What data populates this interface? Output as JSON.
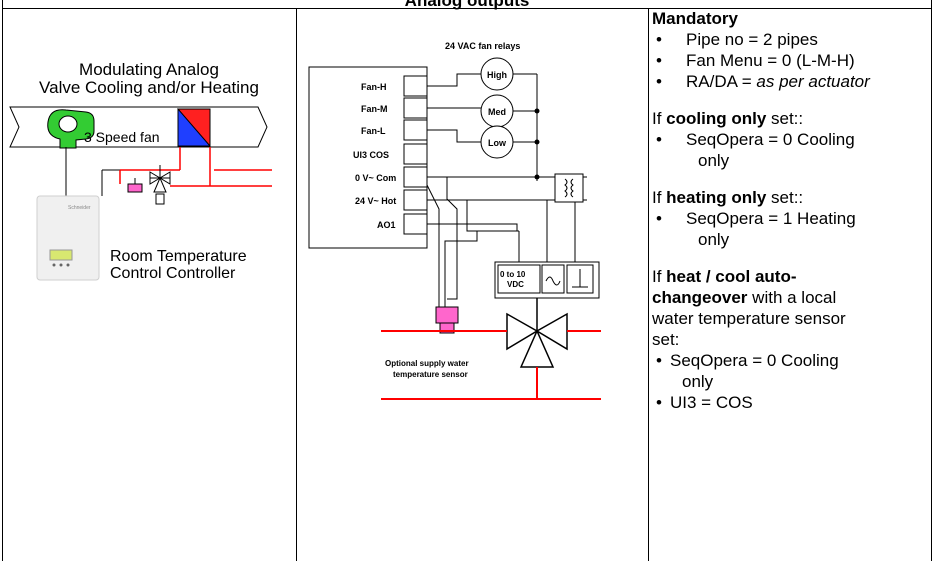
{
  "header": {
    "title": "Analog outputs"
  },
  "col1": {
    "title_line1": "Modulating Analog",
    "title_line2": "Valve Cooling and/or Heating",
    "fan_label": "3 Speed fan",
    "room_line1": "Room Temperature",
    "room_line2": "Control Controller",
    "device_brand": "Schneider"
  },
  "col2": {
    "relay_title": "24 VAC fan relays",
    "terminals": [
      "Fan-H",
      "Fan-M",
      "Fan-L",
      "UI3 COS",
      "0 V~ Com",
      "24 V~ Hot",
      "AO1"
    ],
    "relays": [
      "High",
      "Med",
      "Low"
    ],
    "actuator_signal": "0 to 10 VDC",
    "actuator_signal_line1": "0 to 10",
    "actuator_signal_line2": "VDC",
    "sensor_line1": "Optional supply water",
    "sensor_line2": "temperature sensor"
  },
  "col3": {
    "mandatory_heading": "Mandatory",
    "mandatory_items": [
      "Pipe no = 2 pipes",
      "Fan Menu = 0 (L-M-H)",
      "RA/DA = ",
      "as per actuator"
    ],
    "cool_if": "If ",
    "cool_bold": "cooling only",
    "cool_set": " set::",
    "cool_item_a": "SeqOpera = 0 Cooling",
    "cool_item_b": "only",
    "heat_if": "If ",
    "heat_bold": "heating only",
    "heat_set": " set::",
    "heat_item_a": "SeqOpera = 1 Heating",
    "heat_item_b": "only",
    "auto_if": "If ",
    "auto_bold1": "heat / cool auto-",
    "auto_bold2": "changeover",
    "auto_rest1": " with a local",
    "auto_rest2": "water temperature sensor",
    "auto_rest3": "set:",
    "auto_item1_a": "SeqOpera = 0 Cooling",
    "auto_item1_b": "only",
    "auto_item2": "UI3 = COS"
  },
  "colors": {
    "pipe_red": "#ff0000",
    "fan_green": "#33cc33",
    "coil_blue": "#1f3fff",
    "sensor_pink": "#ff66cc"
  }
}
